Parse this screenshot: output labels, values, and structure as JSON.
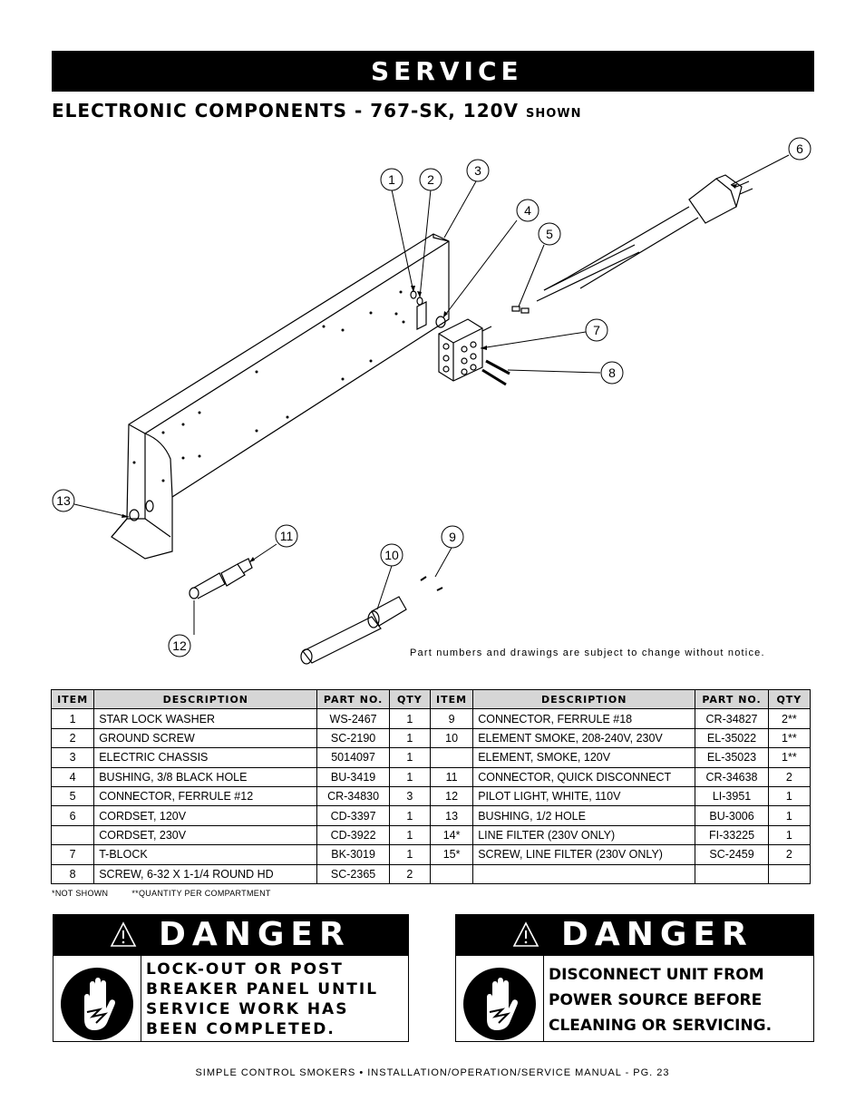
{
  "section_title": "SERVICE",
  "heading": {
    "main": "ELECTRONIC COMPONENTS - 767-SK, 120V ",
    "small": "SHOWN"
  },
  "callouts": [
    "1",
    "2",
    "3",
    "4",
    "5",
    "6",
    "7",
    "8",
    "9",
    "10",
    "11",
    "12",
    "13"
  ],
  "note": "Part numbers and drawings are subject to change without notice.",
  "table": {
    "headers": [
      "ITEM",
      "DESCRIPTION",
      "PART NO.",
      "QTY",
      "ITEM",
      "DESCRIPTION",
      "PART NO.",
      "QTY"
    ],
    "rows": [
      [
        "1",
        "STAR LOCK WASHER",
        "WS-2467",
        "1",
        "9",
        "CONNECTOR, FERRULE #18",
        "CR-34827",
        "2**"
      ],
      [
        "2",
        "GROUND SCREW",
        "SC-2190",
        "1",
        "10",
        "ELEMENT SMOKE, 208-240V, 230V",
        "EL-35022",
        "1**"
      ],
      [
        "3",
        "ELECTRIC CHASSIS",
        "5014097",
        "1",
        "",
        "ELEMENT, SMOKE, 120V",
        "EL-35023",
        "1**"
      ],
      [
        "4",
        "BUSHING, 3/8 BLACK HOLE",
        "BU-3419",
        "1",
        "11",
        "CONNECTOR, QUICK DISCONNECT",
        "CR-34638",
        "2"
      ],
      [
        "5",
        "CONNECTOR, FERRULE #12",
        "CR-34830",
        "3",
        "12",
        "PILOT LIGHT, WHITE, 110V",
        "LI-3951",
        "1"
      ],
      [
        "6",
        "CORDSET, 120V",
        "CD-3397",
        "1",
        "13",
        "BUSHING, 1/2 HOLE",
        "BU-3006",
        "1"
      ],
      [
        "",
        "CORDSET, 230V",
        "CD-3922",
        "1",
        "14*",
        "LINE FILTER (230V ONLY)",
        "FI-33225",
        "1"
      ],
      [
        "7",
        "T-BLOCK",
        "BK-3019",
        "1",
        "15*",
        "SCREW, LINE FILTER (230V ONLY)",
        "SC-2459",
        "2"
      ],
      [
        "8",
        "SCREW, 6-32 X 1-1/4 ROUND HD",
        "SC-2365",
        "2",
        "",
        "",
        "",
        ""
      ]
    ]
  },
  "footnotes": {
    "a_mark": "*",
    "a": "NOT SHOWN",
    "b_mark": "**",
    "b": "QUANTITY PER COMPARTMENT"
  },
  "danger1": {
    "title": "DANGER",
    "lines": [
      "LOCK-OUT OR POST",
      "BREAKER PANEL UNTIL",
      "SERVICE WORK HAS",
      "BEEN COMPLETED."
    ]
  },
  "danger2": {
    "title": "DANGER",
    "lines": [
      "DISCONNECT UNIT FROM",
      "POWER SOURCE BEFORE",
      "CLEANING OR SERVICING."
    ]
  },
  "footer": "SIMPLE CONTROL SMOKERS •  INSTALLATION/OPERATION/SERVICE MANUAL - PG. 23"
}
